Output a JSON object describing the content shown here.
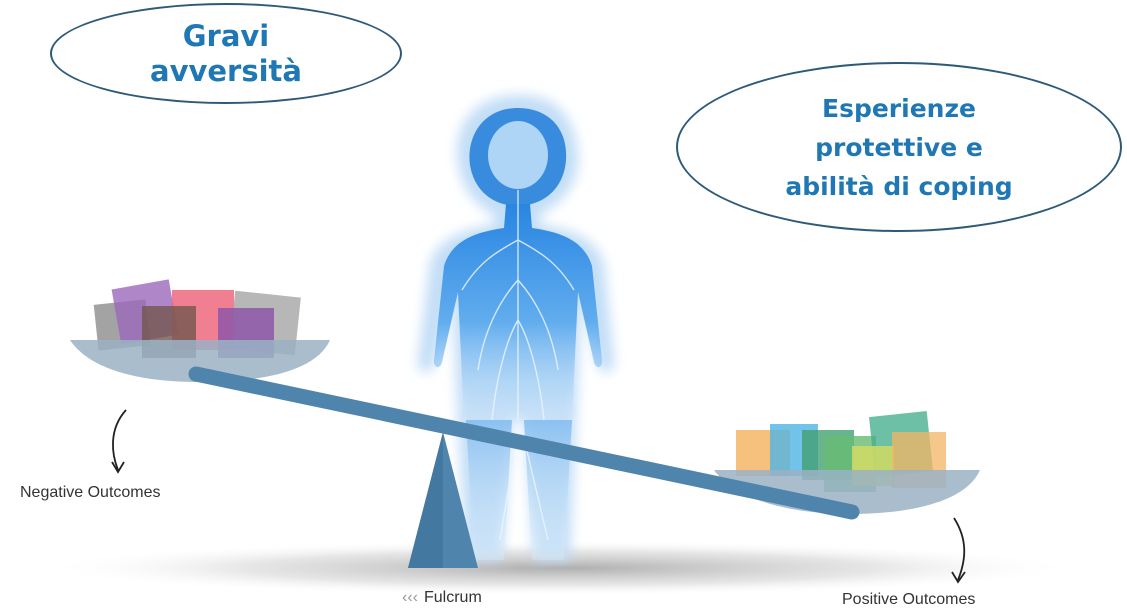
{
  "ovals": {
    "left_text": "Gravi\navversità",
    "right_text": "Esperienze\nprotettive e\nabilità di coping"
  },
  "labels": {
    "negative": "Negative Outcomes",
    "fulcrum": "Fulcrum",
    "fulcrum_arrows": "‹‹‹",
    "positive": "Positive Outcomes"
  },
  "colors": {
    "oval_text": "#1f78b4",
    "oval_border": "#2e5a7a",
    "beam": "#4f84ad",
    "figure": "#3a8fd8",
    "fulcrum": "#5b8db3"
  }
}
